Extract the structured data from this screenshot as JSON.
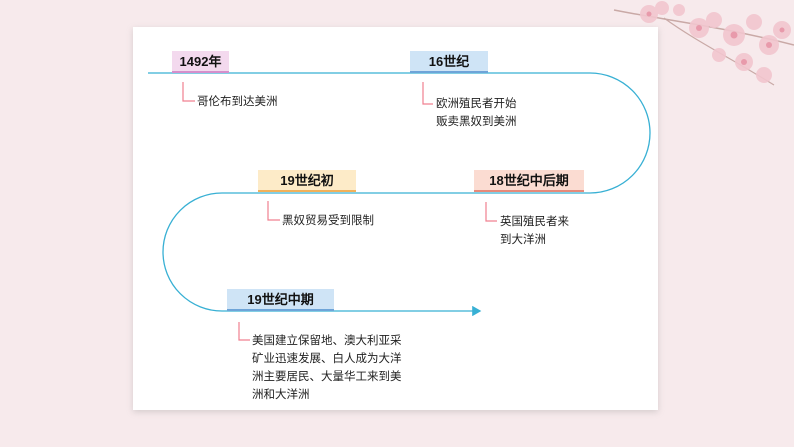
{
  "colors": {
    "background": "#f7eaec",
    "line": "#38b0d4",
    "connector": "#f08090",
    "label_pink": "#f3d9ee",
    "label_blue": "#cfe4f6",
    "label_yellow": "#fdebc8",
    "label_peach": "#fbdcd2",
    "label_bar_pink": "#d68fcb",
    "label_bar_blue": "#6ea4d8",
    "label_bar_orange": "#f2b15a",
    "label_bar_red": "#e88a7a"
  },
  "events": [
    {
      "label": "1492年",
      "description": "哥伦布到达美洲"
    },
    {
      "label": "16世纪",
      "description": "欧洲殖民者开始\n贩卖黑奴到美洲"
    },
    {
      "label": "19世纪初",
      "description": "黑奴贸易受到限制"
    },
    {
      "label": "18世纪中后期",
      "description": "英国殖民者来\n到大洋洲"
    },
    {
      "label": "19世纪中期",
      "description": "美国建立保留地、澳大利亚采\n矿业迅速发展、白人成为大洋\n洲主要居民、大量华工来到美\n洲和大洋洲"
    }
  ]
}
